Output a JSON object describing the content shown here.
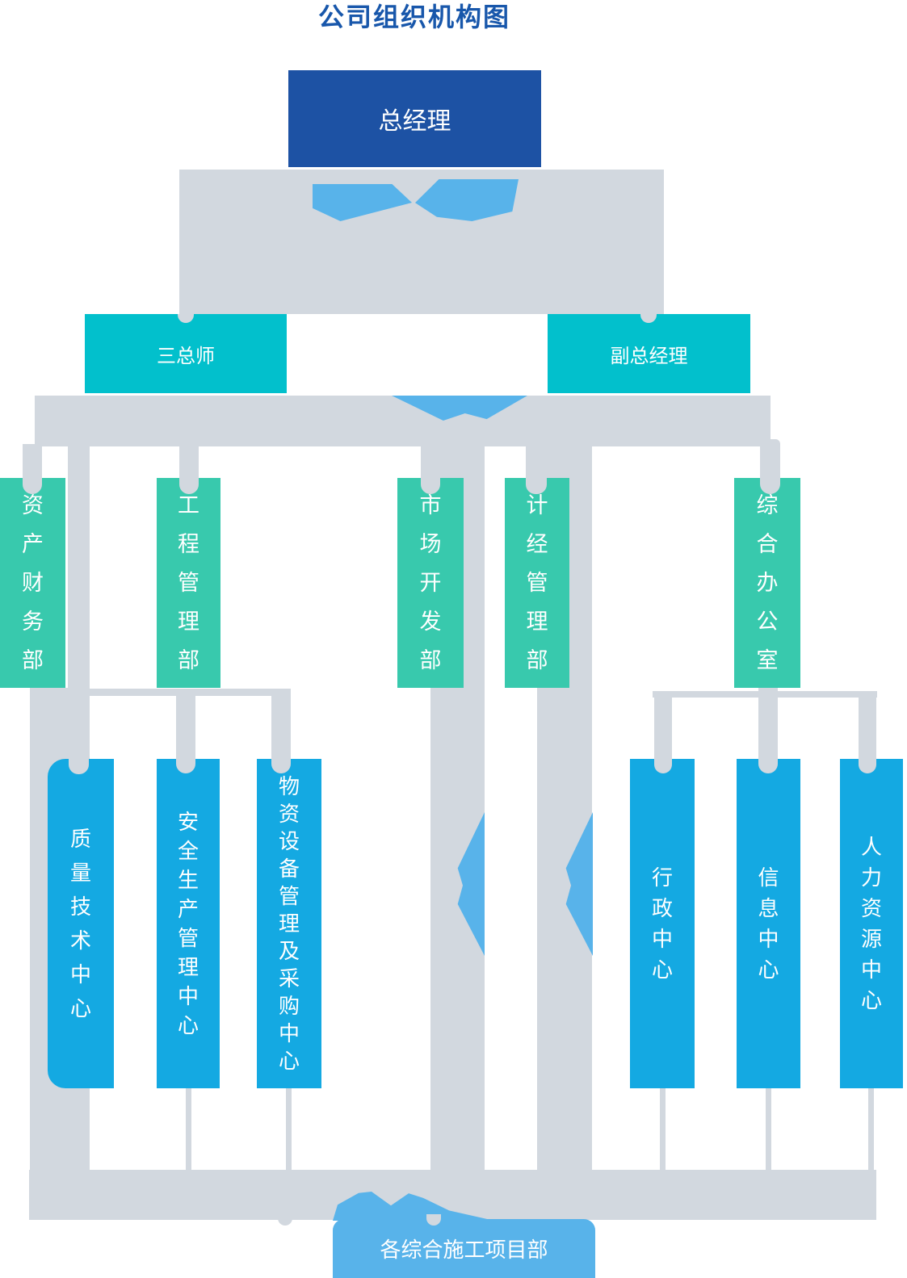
{
  "title": "公司组织机构图",
  "nodes": {
    "general_manager": "总经理",
    "chief_engineers": "三总师",
    "deputy_general_manager": "副总经理",
    "dept_asset_finance": "资产财务部",
    "dept_engineering": "工程管理部",
    "dept_market_dev": "市场开发部",
    "dept_planning_economics": "计经管理部",
    "dept_general_office": "综合办公室",
    "center_quality_tech": "质量技术中心",
    "center_safety_production": "安全生产管理中心",
    "center_materials_equipment": "物资设备管理及采购中心",
    "center_administration": "行政中心",
    "center_information": "信息中心",
    "center_hr": "人力资源中心",
    "project_departments": "各综合施工项目部"
  },
  "colors": {
    "title_text": "#1857ab",
    "level1_box": "#1d52a4",
    "level2_box": "#02c0cc",
    "level3_box": "#38c9ad",
    "level4_box": "#14a9e2",
    "connector_gray": "#d2d8df",
    "accent_arrow_blue": "#58b3ea",
    "bottom_box": "#58b3ea",
    "box_text": "#ffffff"
  }
}
